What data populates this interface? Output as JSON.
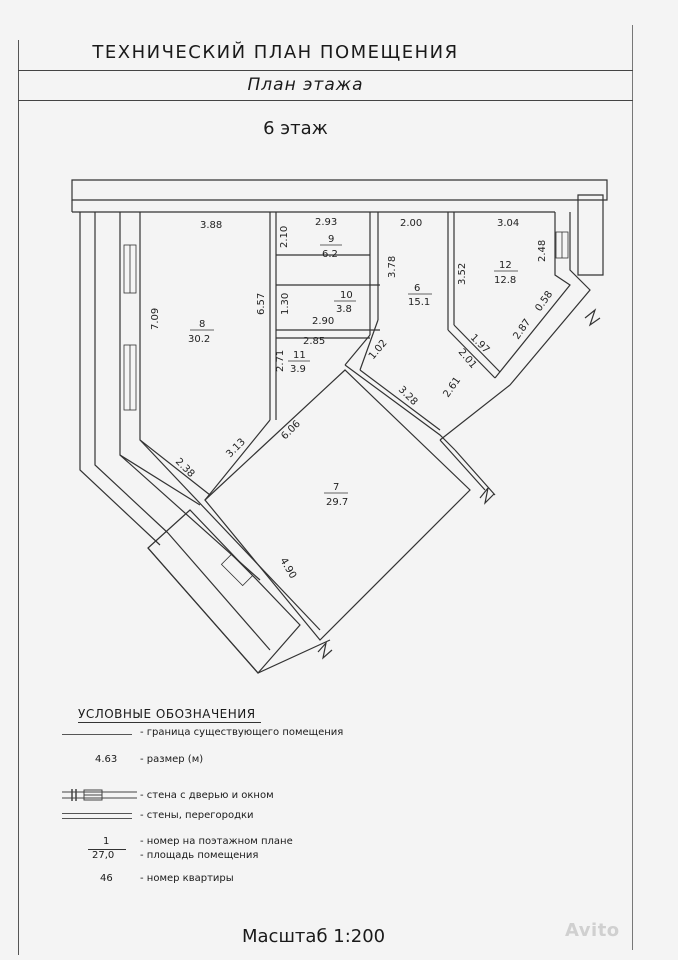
{
  "header": {
    "title": "ТЕХНИЧЕСКИЙ ПЛАН ПОМЕЩЕНИЯ",
    "subtitle": "План этажа",
    "floor": "6 этаж"
  },
  "dimensions": {
    "d388": "3.88",
    "d293": "2.93",
    "d200": "2.00",
    "d304": "3.04",
    "d210": "2.10",
    "d378": "3.78",
    "d352": "3.52",
    "d248": "2.48",
    "d709": "7.09",
    "d657": "6.57",
    "d130": "1.30",
    "d290": "2.90",
    "d058": "0.58",
    "d285": "2.85",
    "d102": "1.02",
    "d197": "1.97",
    "d287": "2.87",
    "d271": "2.71",
    "d201": "2.01",
    "d328": "3.28",
    "d261": "2.61",
    "d313": "3.13",
    "d606": "6.06",
    "d238": "2.38",
    "d490": "4.90"
  },
  "rooms": [
    {
      "num": "9",
      "area": "6.2"
    },
    {
      "num": "10",
      "area": "3.8"
    },
    {
      "num": "6",
      "area": "15.1"
    },
    {
      "num": "12",
      "area": "12.8"
    },
    {
      "num": "8",
      "area": "30.2"
    },
    {
      "num": "11",
      "area": "3.9"
    },
    {
      "num": "7",
      "area": "29.7"
    }
  ],
  "legend": {
    "title": "УСЛОВНЫЕ ОБОЗНАЧЕНИЯ",
    "boundary": "- граница существующего  помещения",
    "dim_sample": "4.63",
    "dim_label": "- размер (м)",
    "door_window": "- стена с дверью и окном",
    "walls": "- стены, перегородки",
    "num_sample": "1",
    "area_sample": "27,0",
    "num_label": "- номер на поэтажном плане",
    "area_label": "- площадь помещения",
    "apt_sample": "46",
    "apt_label": "- номер квартиры"
  },
  "scale": "Масштаб 1:200",
  "watermark": "Avito"
}
